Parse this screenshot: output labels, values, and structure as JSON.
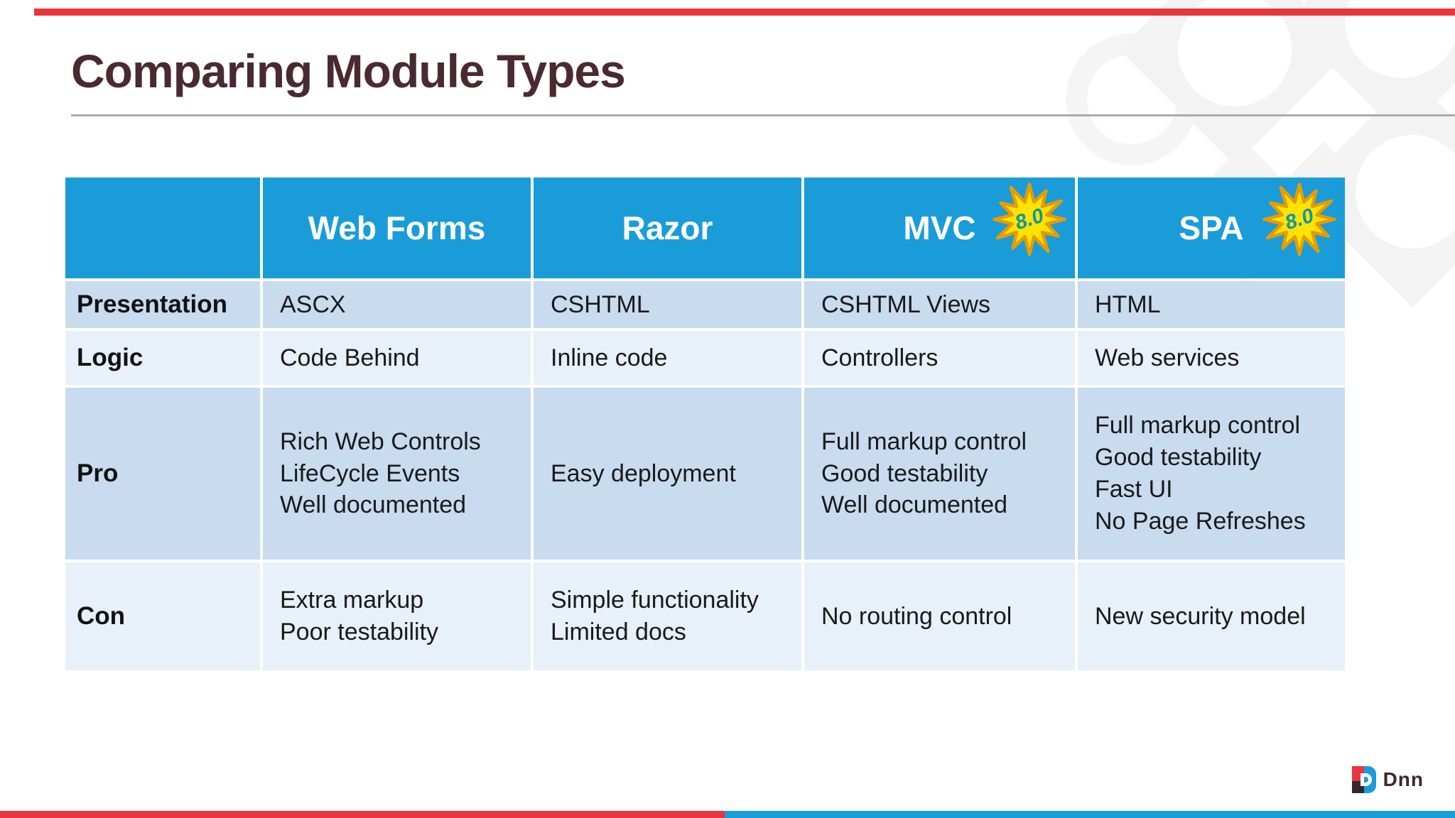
{
  "title": {
    "text": "Comparing Module Types",
    "color": "#4A2A32"
  },
  "accent_bars": {
    "top_color": "#E8353E",
    "bottom_left_color": "#E8353E",
    "bottom_right_color": "#1A9CD9"
  },
  "badge": {
    "text": "8.0",
    "fill": "#FFE300",
    "border": "#E89B00",
    "text_color": "#0D97A6"
  },
  "table": {
    "header": {
      "bg": "#1A9CD9",
      "columns": [
        {
          "label": ""
        },
        {
          "label": "Web Forms"
        },
        {
          "label": "Razor"
        },
        {
          "label": "MVC",
          "badge": "8.0"
        },
        {
          "label": "SPA",
          "badge": "8.0"
        }
      ]
    },
    "row_colors": {
      "odd": "#C8DBEF",
      "even": "#E8F0F9"
    },
    "rows": [
      {
        "label": "Presentation",
        "cells": [
          [
            "ASCX"
          ],
          [
            "CSHTML"
          ],
          [
            "CSHTML Views"
          ],
          [
            "HTML"
          ]
        ]
      },
      {
        "label": "Logic",
        "cells": [
          [
            "Code Behind"
          ],
          [
            "Inline code"
          ],
          [
            "Controllers"
          ],
          [
            "Web services"
          ]
        ]
      },
      {
        "label": "Pro",
        "cells": [
          [
            "Rich Web Controls",
            "LifeCycle Events",
            "Well documented"
          ],
          [
            "Easy deployment"
          ],
          [
            "Full markup control",
            "Good testability",
            "Well documented"
          ],
          [
            "Full markup control",
            "Good testability",
            "Fast UI",
            "No Page Refreshes"
          ]
        ]
      },
      {
        "label": "Con",
        "cells": [
          [
            "Extra markup",
            "Poor testability"
          ],
          [
            "Simple functionality",
            "Limited docs"
          ],
          [
            "No routing control"
          ],
          [
            "New security model"
          ]
        ]
      }
    ]
  },
  "footer": {
    "brand": "Dnn",
    "logo_colors": {
      "red": "#E8353E",
      "blue": "#1A9CD9",
      "dark": "#33282B"
    }
  }
}
